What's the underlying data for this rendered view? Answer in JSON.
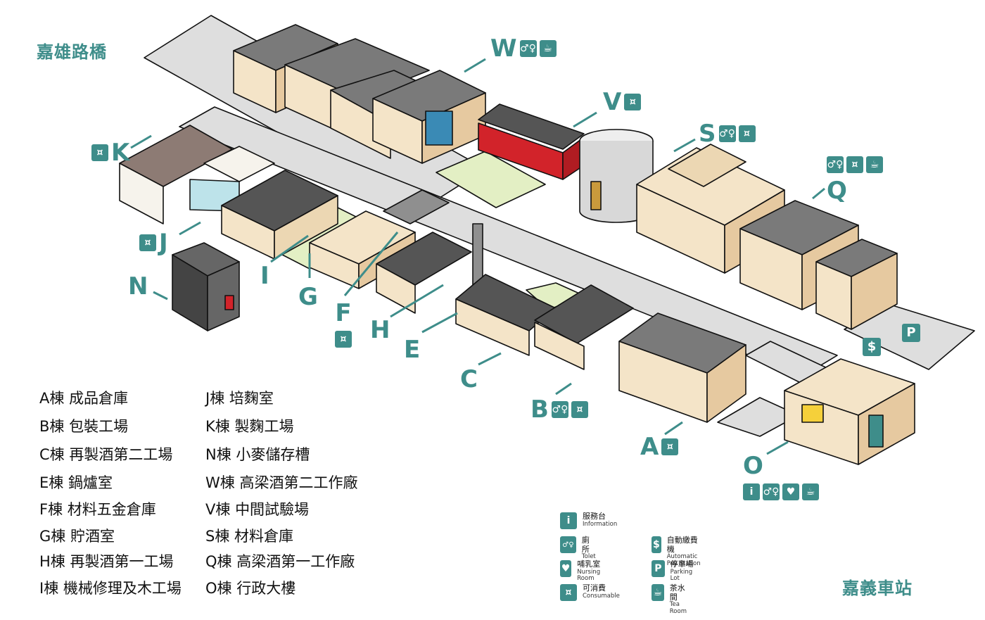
{
  "places": {
    "bridge": "嘉雄路橋",
    "station": "嘉義車站"
  },
  "map_labels": {
    "W": {
      "letter": "W",
      "facilities": [
        "toilet",
        "tea"
      ]
    },
    "V": {
      "letter": "V",
      "facilities": [
        "consumable"
      ]
    },
    "S": {
      "letter": "S",
      "facilities": [
        "toilet",
        "consumable"
      ]
    },
    "Q": {
      "letter": "Q",
      "facilities": [
        "toilet",
        "consumable",
        "tea"
      ]
    },
    "K": {
      "letter": "K",
      "facilities": [
        "consumable"
      ]
    },
    "J": {
      "letter": "J",
      "facilities": [
        "consumable"
      ]
    },
    "N": {
      "letter": "N",
      "facilities": []
    },
    "I": {
      "letter": "I",
      "facilities": []
    },
    "G": {
      "letter": "G",
      "facilities": []
    },
    "F": {
      "letter": "F",
      "facilities": [
        "consumable"
      ]
    },
    "H": {
      "letter": "H",
      "facilities": []
    },
    "E": {
      "letter": "E",
      "facilities": []
    },
    "C": {
      "letter": "C",
      "facilities": []
    },
    "B": {
      "letter": "B",
      "facilities": [
        "toilet",
        "consumable"
      ]
    },
    "A": {
      "letter": "A",
      "facilities": [
        "consumable"
      ]
    },
    "O": {
      "letter": "O",
      "facilities": [
        "information",
        "toilet",
        "nursing",
        "tea"
      ]
    },
    "P": {
      "letter": "P",
      "facilities": []
    },
    "pay": {
      "letter": "$",
      "facilities": []
    }
  },
  "buildings_left": [
    {
      "code": "A棟",
      "name": "成品倉庫"
    },
    {
      "code": "B棟",
      "name": "包裝工場"
    },
    {
      "code": "C棟",
      "name": "再製酒第二工場"
    },
    {
      "code": "E棟",
      "name": "鍋爐室"
    },
    {
      "code": "F棟",
      "name": "材料五金倉庫"
    },
    {
      "code": "G棟",
      "name": "貯酒室"
    },
    {
      "code": "H棟",
      "name": "再製酒第一工場"
    },
    {
      "code": "I棟",
      "name": "機械修理及木工場"
    }
  ],
  "buildings_right": [
    {
      "code": "J棟",
      "name": "培麴室"
    },
    {
      "code": "K棟",
      "name": "製麴工場"
    },
    {
      "code": "N棟",
      "name": "小麥儲存槽"
    },
    {
      "code": "W棟",
      "name": "高梁酒第二工作廠"
    },
    {
      "code": "V棟",
      "name": "中間試驗場"
    },
    {
      "code": "S棟",
      "name": "材料倉庫"
    },
    {
      "code": "Q棟",
      "name": "高梁酒第一工作廠"
    },
    {
      "code": "O棟",
      "name": "行政大樓"
    }
  ],
  "legend": {
    "information": {
      "zh": "服務台",
      "en": "Information",
      "glyph": "i"
    },
    "toilet": {
      "zh": "廁所",
      "en": "Tolet",
      "glyph": "♂♀"
    },
    "nursing": {
      "zh": "哺乳室",
      "en": "Nursing Room",
      "glyph": "♥"
    },
    "consumable": {
      "zh": "可消費",
      "en": "Consumable",
      "glyph": "¤"
    },
    "pay": {
      "zh": "自動繳費機",
      "en": "Automatic Pay Station",
      "glyph": "$"
    },
    "parking": {
      "zh": "停車場",
      "en": "Parking Lot",
      "glyph": "P"
    },
    "tea": {
      "zh": "茶水間",
      "en": "Tea Room",
      "glyph": "☕"
    }
  },
  "colors": {
    "accent": "#3e8d8a",
    "road": "#dedede",
    "lawn": "#e3efc4",
    "brick_red": "#d2232a",
    "roof_gray": "#7a7a7a",
    "wall_cream": "#f4e4c8"
  }
}
